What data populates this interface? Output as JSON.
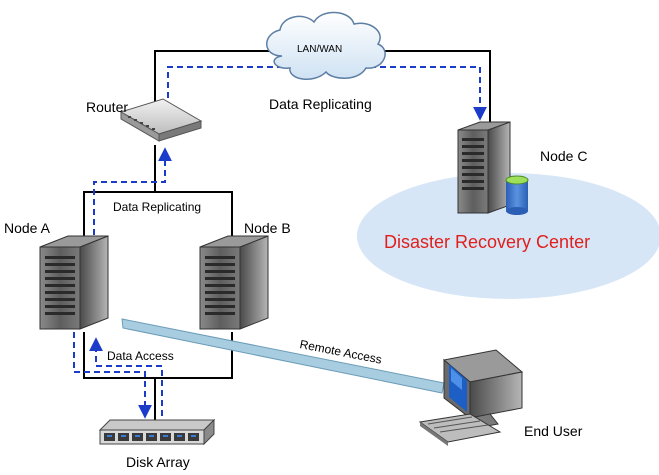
{
  "labels": {
    "lan_wan": "LAN/WAN",
    "data_replicating_top": "Data Replicating",
    "router": "Router",
    "node_c": "Node C",
    "data_replicating_mid": "Data Replicating",
    "node_a": "Node A",
    "node_b": "Node B",
    "disaster_recovery_center": "Disaster Recovery Center",
    "data_access": "Data Access",
    "remote_access": "Remote Access",
    "end_user": "End User",
    "disk_array": "Disk Array"
  },
  "colors": {
    "replication_path": "#1a3cc8",
    "recovery_zone": "#d6e6f7",
    "recovery_text": "#e0201c",
    "remote_access_link": "#a9cde0",
    "server_body": "#6b6b6b"
  }
}
